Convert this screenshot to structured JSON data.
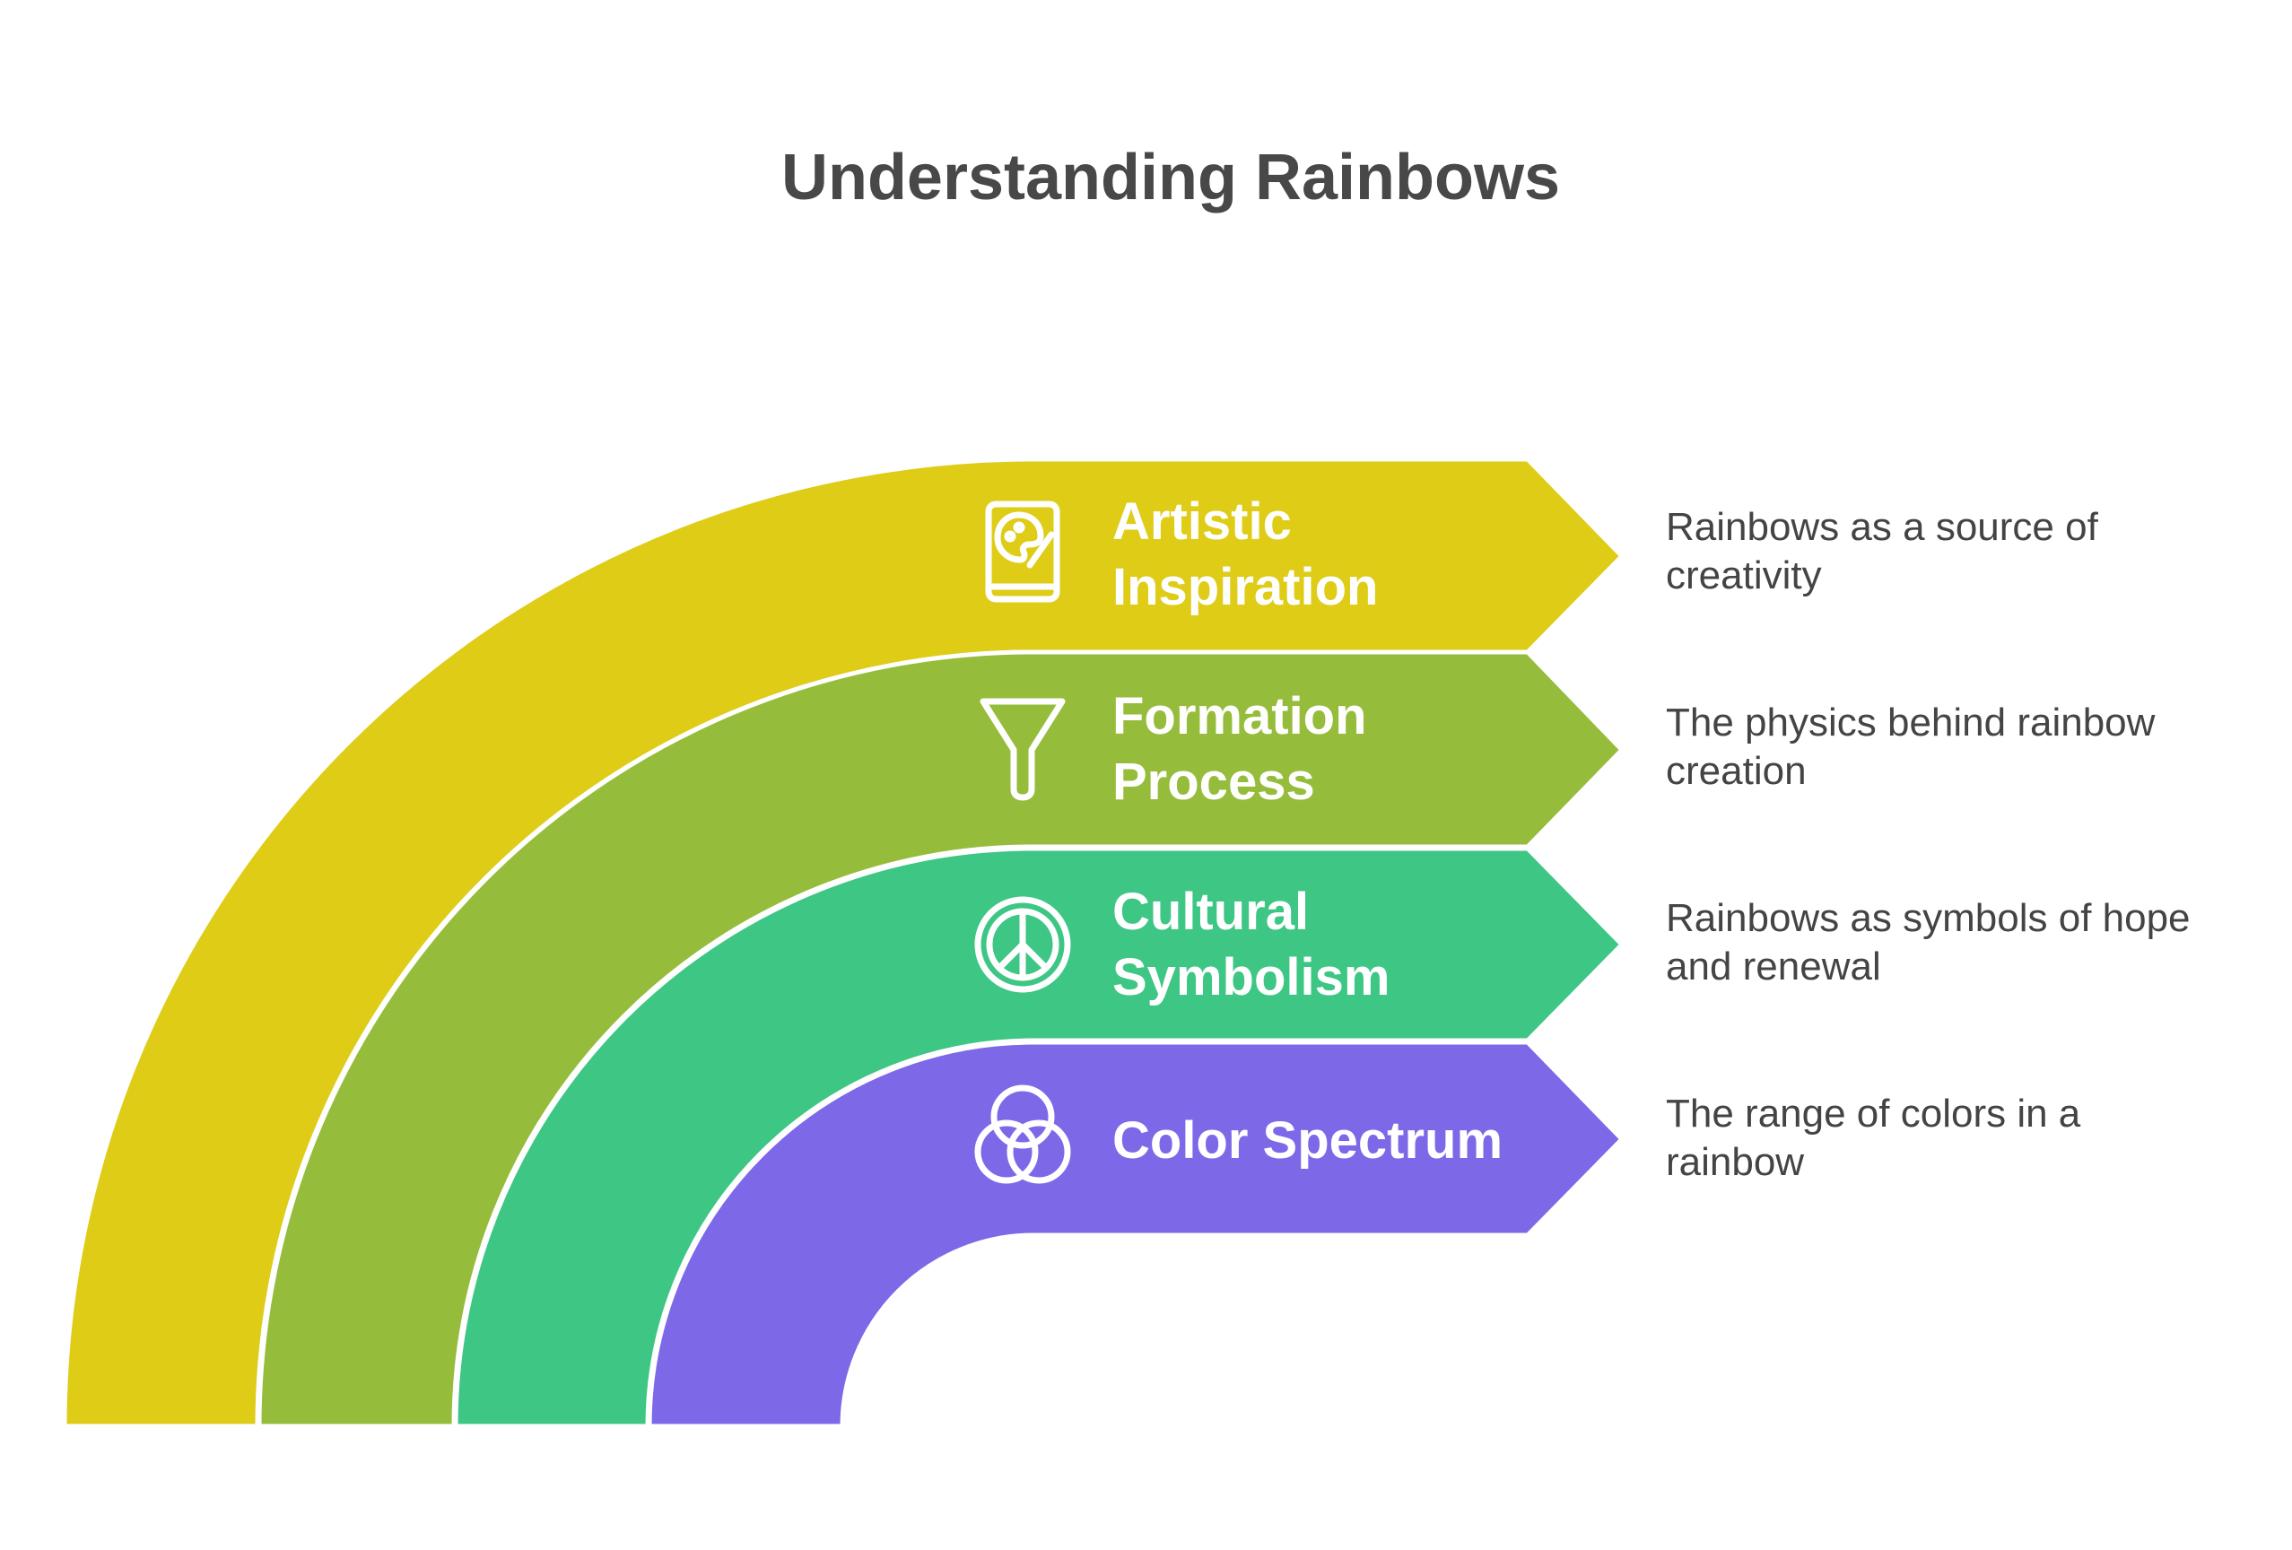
{
  "title": "Understanding Rainbows",
  "layers": [
    {
      "label_line1": "Artistic",
      "label_line2": "Inspiration",
      "description_line1": "Rainbows as a source of",
      "description_line2": "creativity",
      "color": "#DECC17",
      "icon": "palette-book-icon"
    },
    {
      "label_line1": "Formation",
      "label_line2": "Process",
      "description_line1": "The physics behind rainbow",
      "description_line2": "creation",
      "color": "#96BC3B",
      "icon": "funnel-icon"
    },
    {
      "label_line1": "Cultural",
      "label_line2": "Symbolism",
      "description_line1": "Rainbows as symbols of hope",
      "description_line2": "and renewal",
      "color": "#3EC684",
      "icon": "peace-sign-icon"
    },
    {
      "label_line1": "Color Spectrum",
      "label_line2": "",
      "description_line1": "The range of colors in a",
      "description_line2": "rainbow",
      "color": "#7D68E8",
      "icon": "venn-circles-icon"
    }
  ]
}
